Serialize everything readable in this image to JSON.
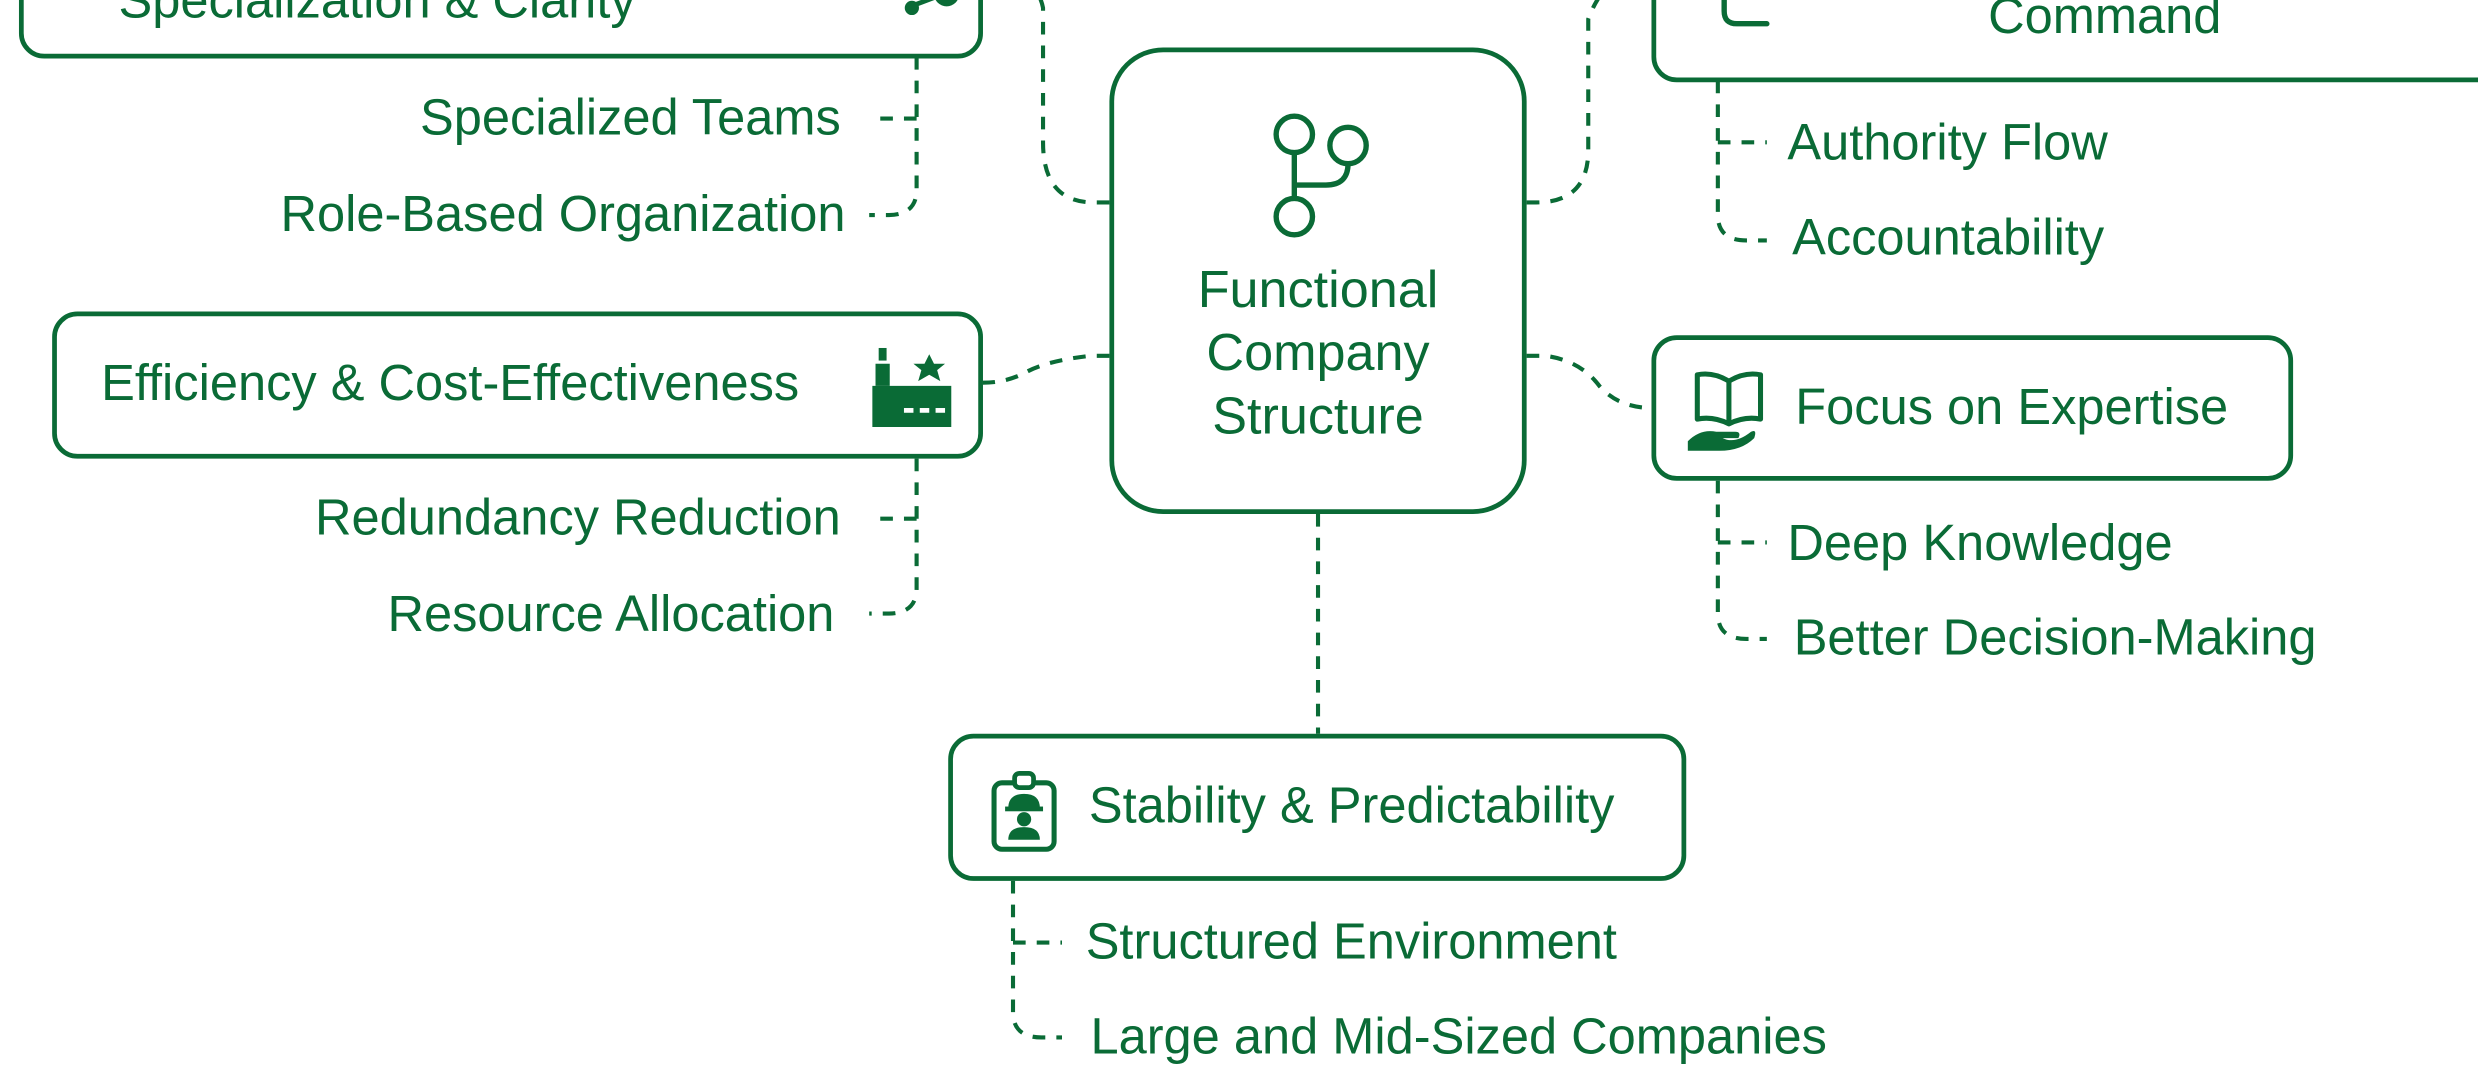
{
  "colors": {
    "primary": "#0a6b36",
    "background": "#ffffff"
  },
  "center": {
    "lines": [
      "Functional",
      "Company",
      "Structure"
    ],
    "icon": "branch-icon"
  },
  "branches": {
    "specialization": {
      "label": "Specialization & Clarity",
      "icon": "network-icon",
      "leaves": [
        "Specialized Teams",
        "Role-Based Organization"
      ]
    },
    "command": {
      "label": "Command",
      "icon": "hierarchy-icon",
      "leaves": [
        "Authority Flow",
        "Accountability"
      ]
    },
    "efficiency": {
      "label": "Efficiency & Cost-Effectiveness",
      "icon": "factory-icon",
      "leaves": [
        "Redundancy Reduction",
        "Resource Allocation"
      ]
    },
    "expertise": {
      "label": "Focus on Expertise",
      "icon": "book-hand-icon",
      "leaves": [
        "Deep Knowledge",
        "Better Decision-Making"
      ]
    },
    "stability": {
      "label": "Stability & Predictability",
      "icon": "badge-worker-icon",
      "leaves": [
        "Structured Environment",
        "Large and Mid-Sized Companies"
      ]
    }
  }
}
